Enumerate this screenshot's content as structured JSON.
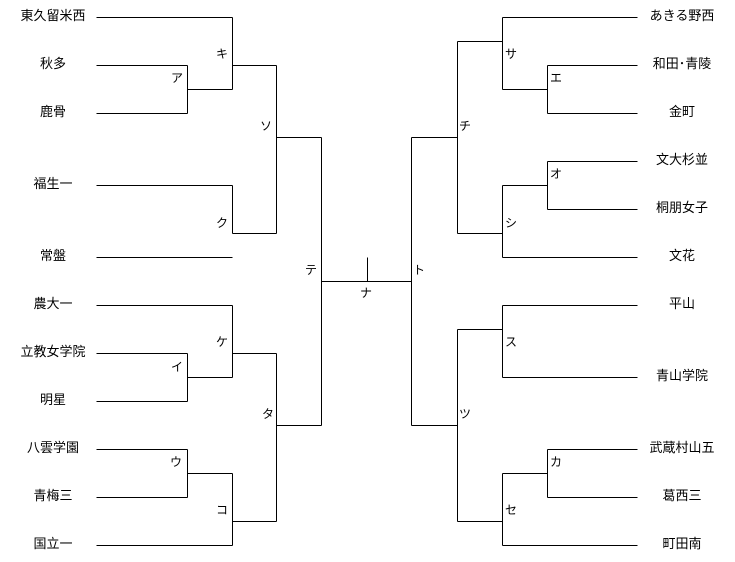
{
  "left_teams": [
    "東久留米西",
    "秋多",
    "鹿骨",
    "福生一",
    "常盤",
    "農大一",
    "立教女学院",
    "明星",
    "八雲学園",
    "青梅三",
    "国立一"
  ],
  "right_teams": [
    "あきる野西",
    "和田･青陵",
    "金町",
    "文大杉並",
    "桐朋女子",
    "文花",
    "平山",
    "青山学院",
    "武蔵村山五",
    "葛西三",
    "町田南"
  ],
  "match_labels": {
    "a": "ア",
    "i": "イ",
    "u": "ウ",
    "e": "エ",
    "o": "オ",
    "ka": "カ",
    "ki": "キ",
    "ku": "ク",
    "ke": "ケ",
    "ko": "コ",
    "sa": "サ",
    "shi": "シ",
    "su": "ス",
    "se": "セ",
    "so": "ソ",
    "ta": "タ",
    "chi": "チ",
    "tsu": "ツ",
    "te": "テ",
    "to": "ト",
    "na": "ナ"
  },
  "colors": {
    "line": "#000000",
    "text": "#000000",
    "background": "#ffffff"
  }
}
